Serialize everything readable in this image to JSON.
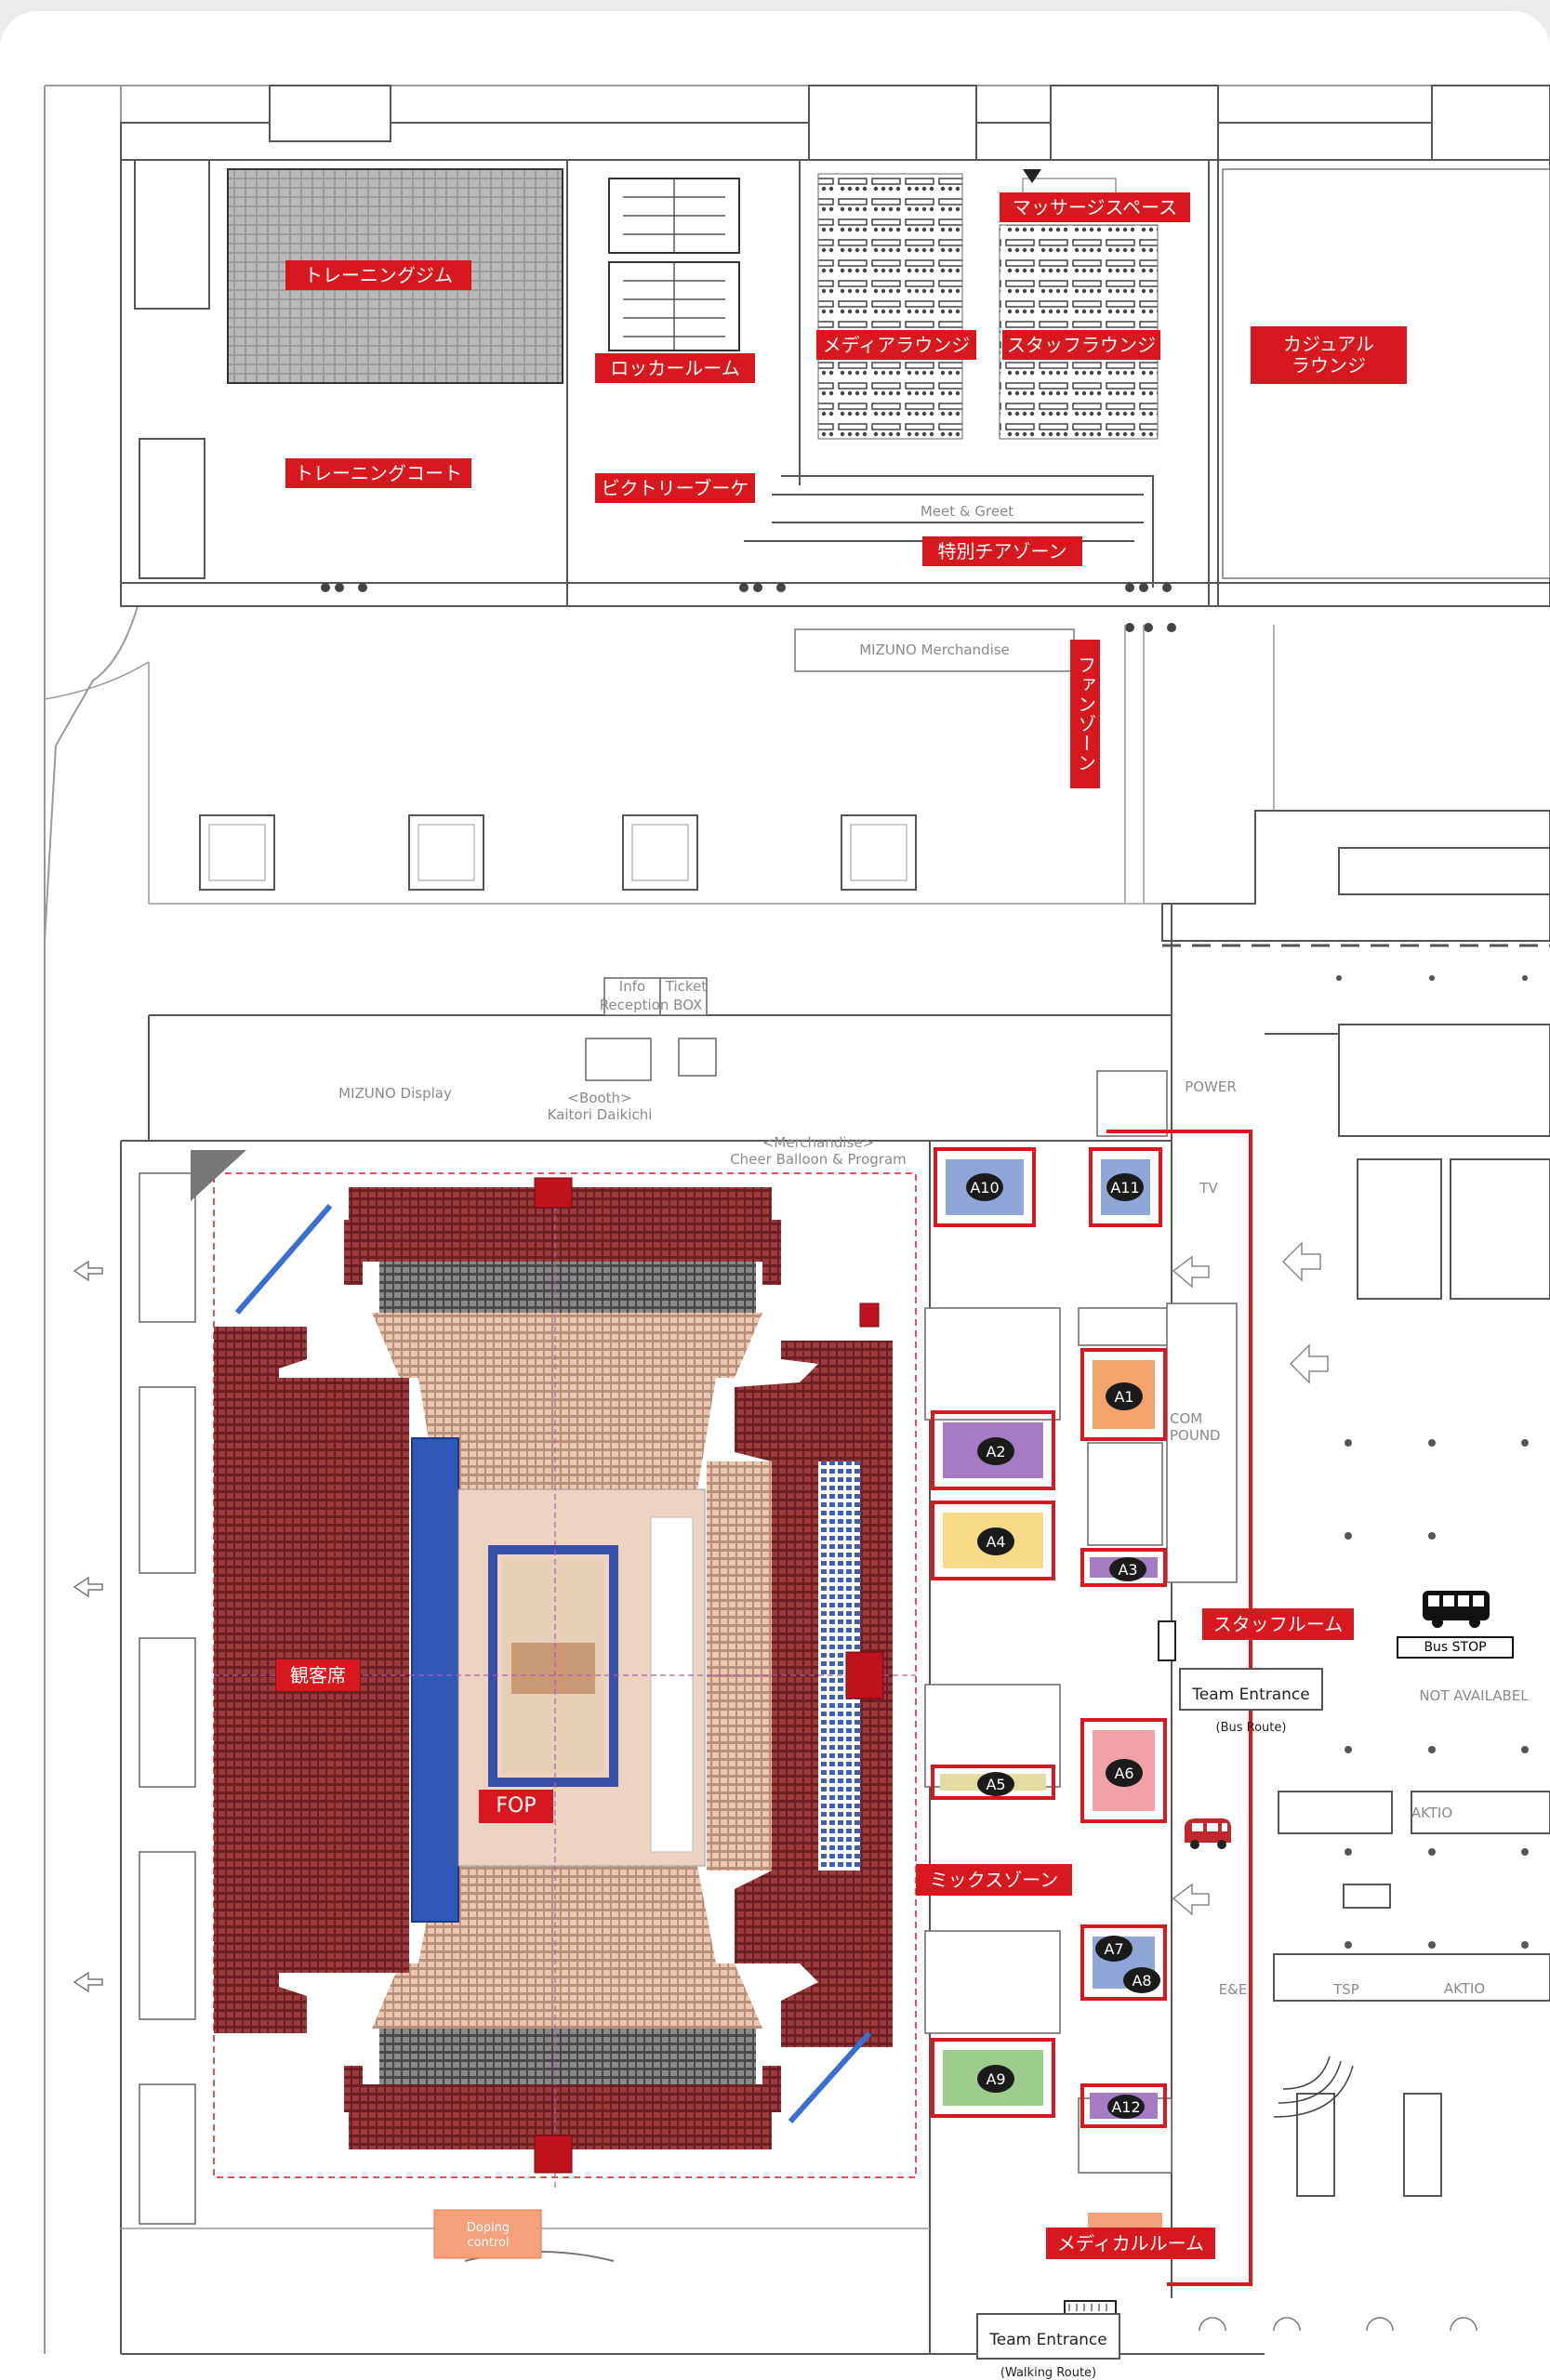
{
  "labels": {
    "training_gym": "トレーニングジム",
    "training_court": "トレーニングコート",
    "locker_room": "ロッカールーム",
    "victory_bouquet": "ビクトリーブーケ",
    "massage_space": "マッサージスペース",
    "media_lounge": "メディアラウンジ",
    "staff_lounge": "スタッフラウンジ",
    "casual_lounge": "カジュアル\nラウンジ",
    "cheer_zone": "特別チアゾーン",
    "fan_zone": "ファンゾーン",
    "spectator_seats": "観客席",
    "fop": "FOP",
    "staff_room": "スタッフルーム",
    "mixed_zone": "ミックスゾーン",
    "medical_room": "メディカルルーム"
  },
  "plan_text": {
    "meet_greet": "Meet & Greet",
    "mizuno_merch": "MIZUNO Merchandise",
    "info": "Info",
    "ticket": "Ticket",
    "reception_box": "Reception BOX",
    "mizuno_display": "MIZUNO Display",
    "booth": "<Booth>\nKaitori Daikichi",
    "merchandise": "<Merchandise>\nCheer Balloon & Program",
    "power": "POWER",
    "tv": "TV",
    "compound": "COM\nPOUND",
    "not_available": "NOT AVAILABEL",
    "aktio_1": "AKTIO",
    "aktio_2": "AKTIO",
    "ee": "E&E",
    "tsp": "TSP",
    "doping": "Doping\ncontrol"
  },
  "rooms": [
    {
      "id": "A10",
      "color": "#8fa6d6"
    },
    {
      "id": "A11",
      "color": "#8fa6d6"
    },
    {
      "id": "A1",
      "color": "#f2a46a"
    },
    {
      "id": "A2",
      "color": "#a57cc4"
    },
    {
      "id": "A4",
      "color": "#f7d986"
    },
    {
      "id": "A3",
      "color": "#a57cc4"
    },
    {
      "id": "A5",
      "color": "#e3dca0"
    },
    {
      "id": "A6",
      "color": "#f3a1a9"
    },
    {
      "id": "A7",
      "color": "#8fa6d6"
    },
    {
      "id": "A8",
      "color": "#8fa6d6"
    },
    {
      "id": "A9",
      "color": "#9dcc8b"
    },
    {
      "id": "A12",
      "color": "#a57cc4"
    }
  ],
  "entrances": {
    "bus_entrance": "Team Entrance",
    "bus_route": "(Bus Route)",
    "walk_entrance": "Team Entrance",
    "walk_route": "(Walking Route)",
    "bus_stop": "Bus STOP"
  },
  "colors": {
    "label_red": "#d7191f",
    "seat_red": "#8e2e31",
    "seat_tan": "#e2b9a1",
    "seat_grey": "#7a7a7a",
    "fop_blue": "#2f58b8",
    "court_blue": "#3a4fa8",
    "court_floor": "#c99a74",
    "wall_grey": "#9a9a9a"
  },
  "icons": [
    "bus-icon",
    "van-icon",
    "entrance-arrow-icon"
  ]
}
